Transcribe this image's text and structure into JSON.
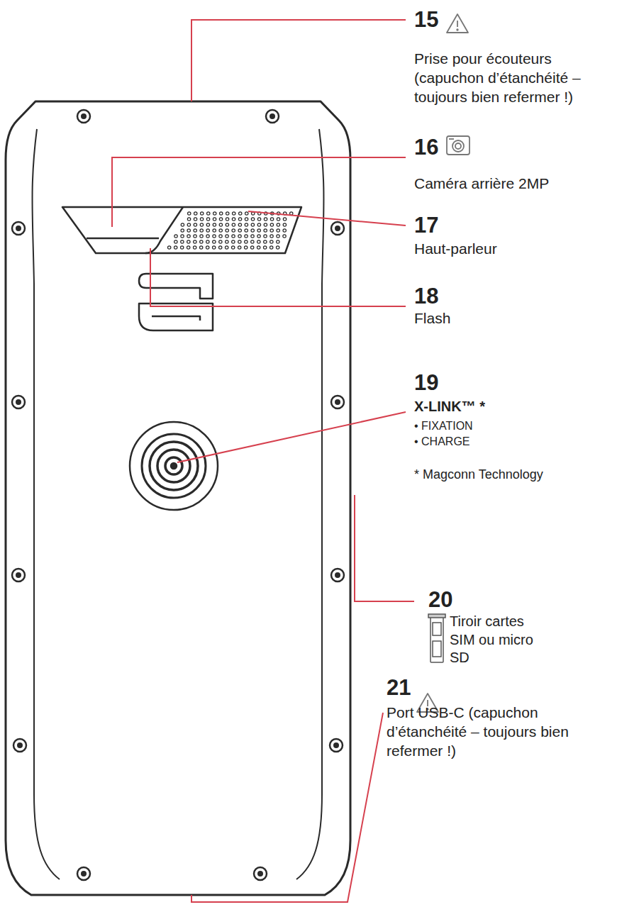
{
  "diagram": {
    "labels": [
      "15",
      "Prise pour écouteurs (capuchon d’étanchéité – toujours bien refermer !)",
      "16",
      "Caméra arrière 2MP",
      "17",
      "Haut-parleur",
      "18",
      "Flash",
      "19",
      "X-LINK™ *",
      "• FIXATION",
      "• CHARGE",
      "* Magconn Technology",
      "20",
      "Tiroir cartes SIM ou micro SD",
      "21",
      "Port USB-C (capuchon d’étanchéité – toujours bien refermer !)"
    ]
  }
}
